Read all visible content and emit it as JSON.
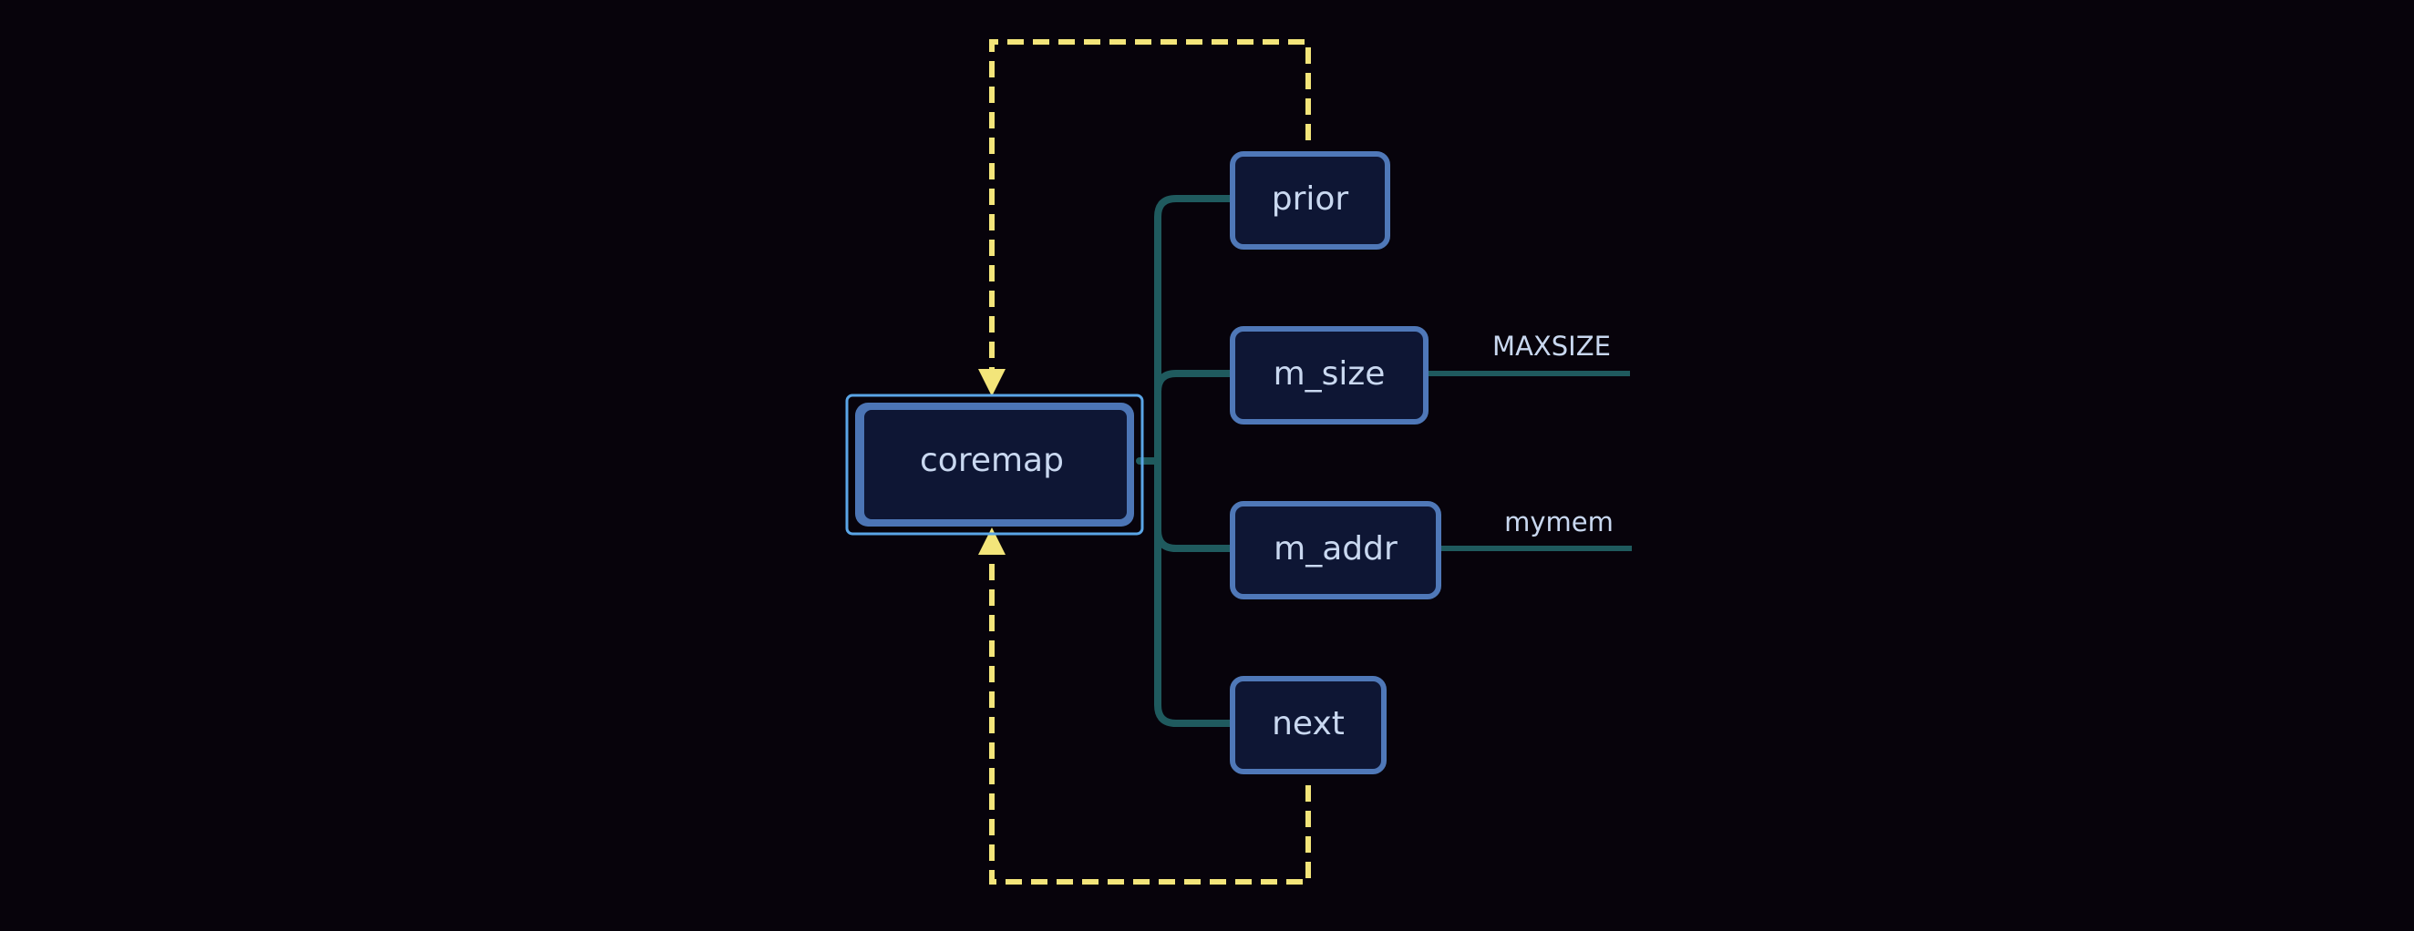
{
  "diagram": {
    "root": {
      "label": "coremap"
    },
    "fields": [
      {
        "id": "prior",
        "label": "prior"
      },
      {
        "id": "m_size",
        "label": "m_size",
        "value": "MAXSIZE"
      },
      {
        "id": "m_addr",
        "label": "m_addr",
        "value": "mymem"
      },
      {
        "id": "next",
        "label": "next"
      }
    ],
    "colors": {
      "background": "#07030b",
      "node_fill": "#0e1634",
      "node_stroke": "#4f78b8",
      "root_outer": "#5aa5e6",
      "root_mid": "#4c75b5",
      "connector": "#1f5a5e",
      "pointer": "#f3e57a",
      "text": "#c9d8f0"
    }
  }
}
